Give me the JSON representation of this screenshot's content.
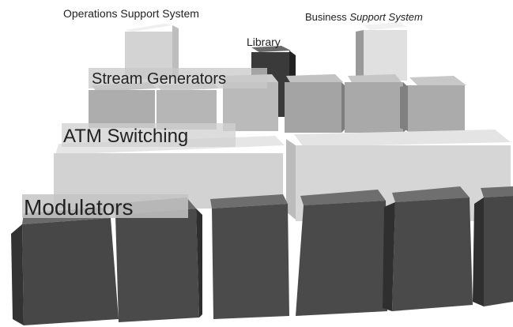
{
  "diagram": {
    "labels": {
      "oss": "Operations Support System",
      "bss_plain": "Business",
      "bss_italic": "Support System",
      "library": "Library",
      "stream_generators": "Stream Generators",
      "atm_switching": "ATM Switching",
      "modulators": "Modulators"
    },
    "colors": {
      "background": "#ffffff",
      "support_blocks": "#d9d9d9",
      "library_block": "#3a3a3a",
      "stream_blocks": "#a8a8a8",
      "atm_blocks": "#d4d4d4",
      "modulator_blocks": "#4a4a4a",
      "label_plate": "#c8c8c8"
    }
  }
}
